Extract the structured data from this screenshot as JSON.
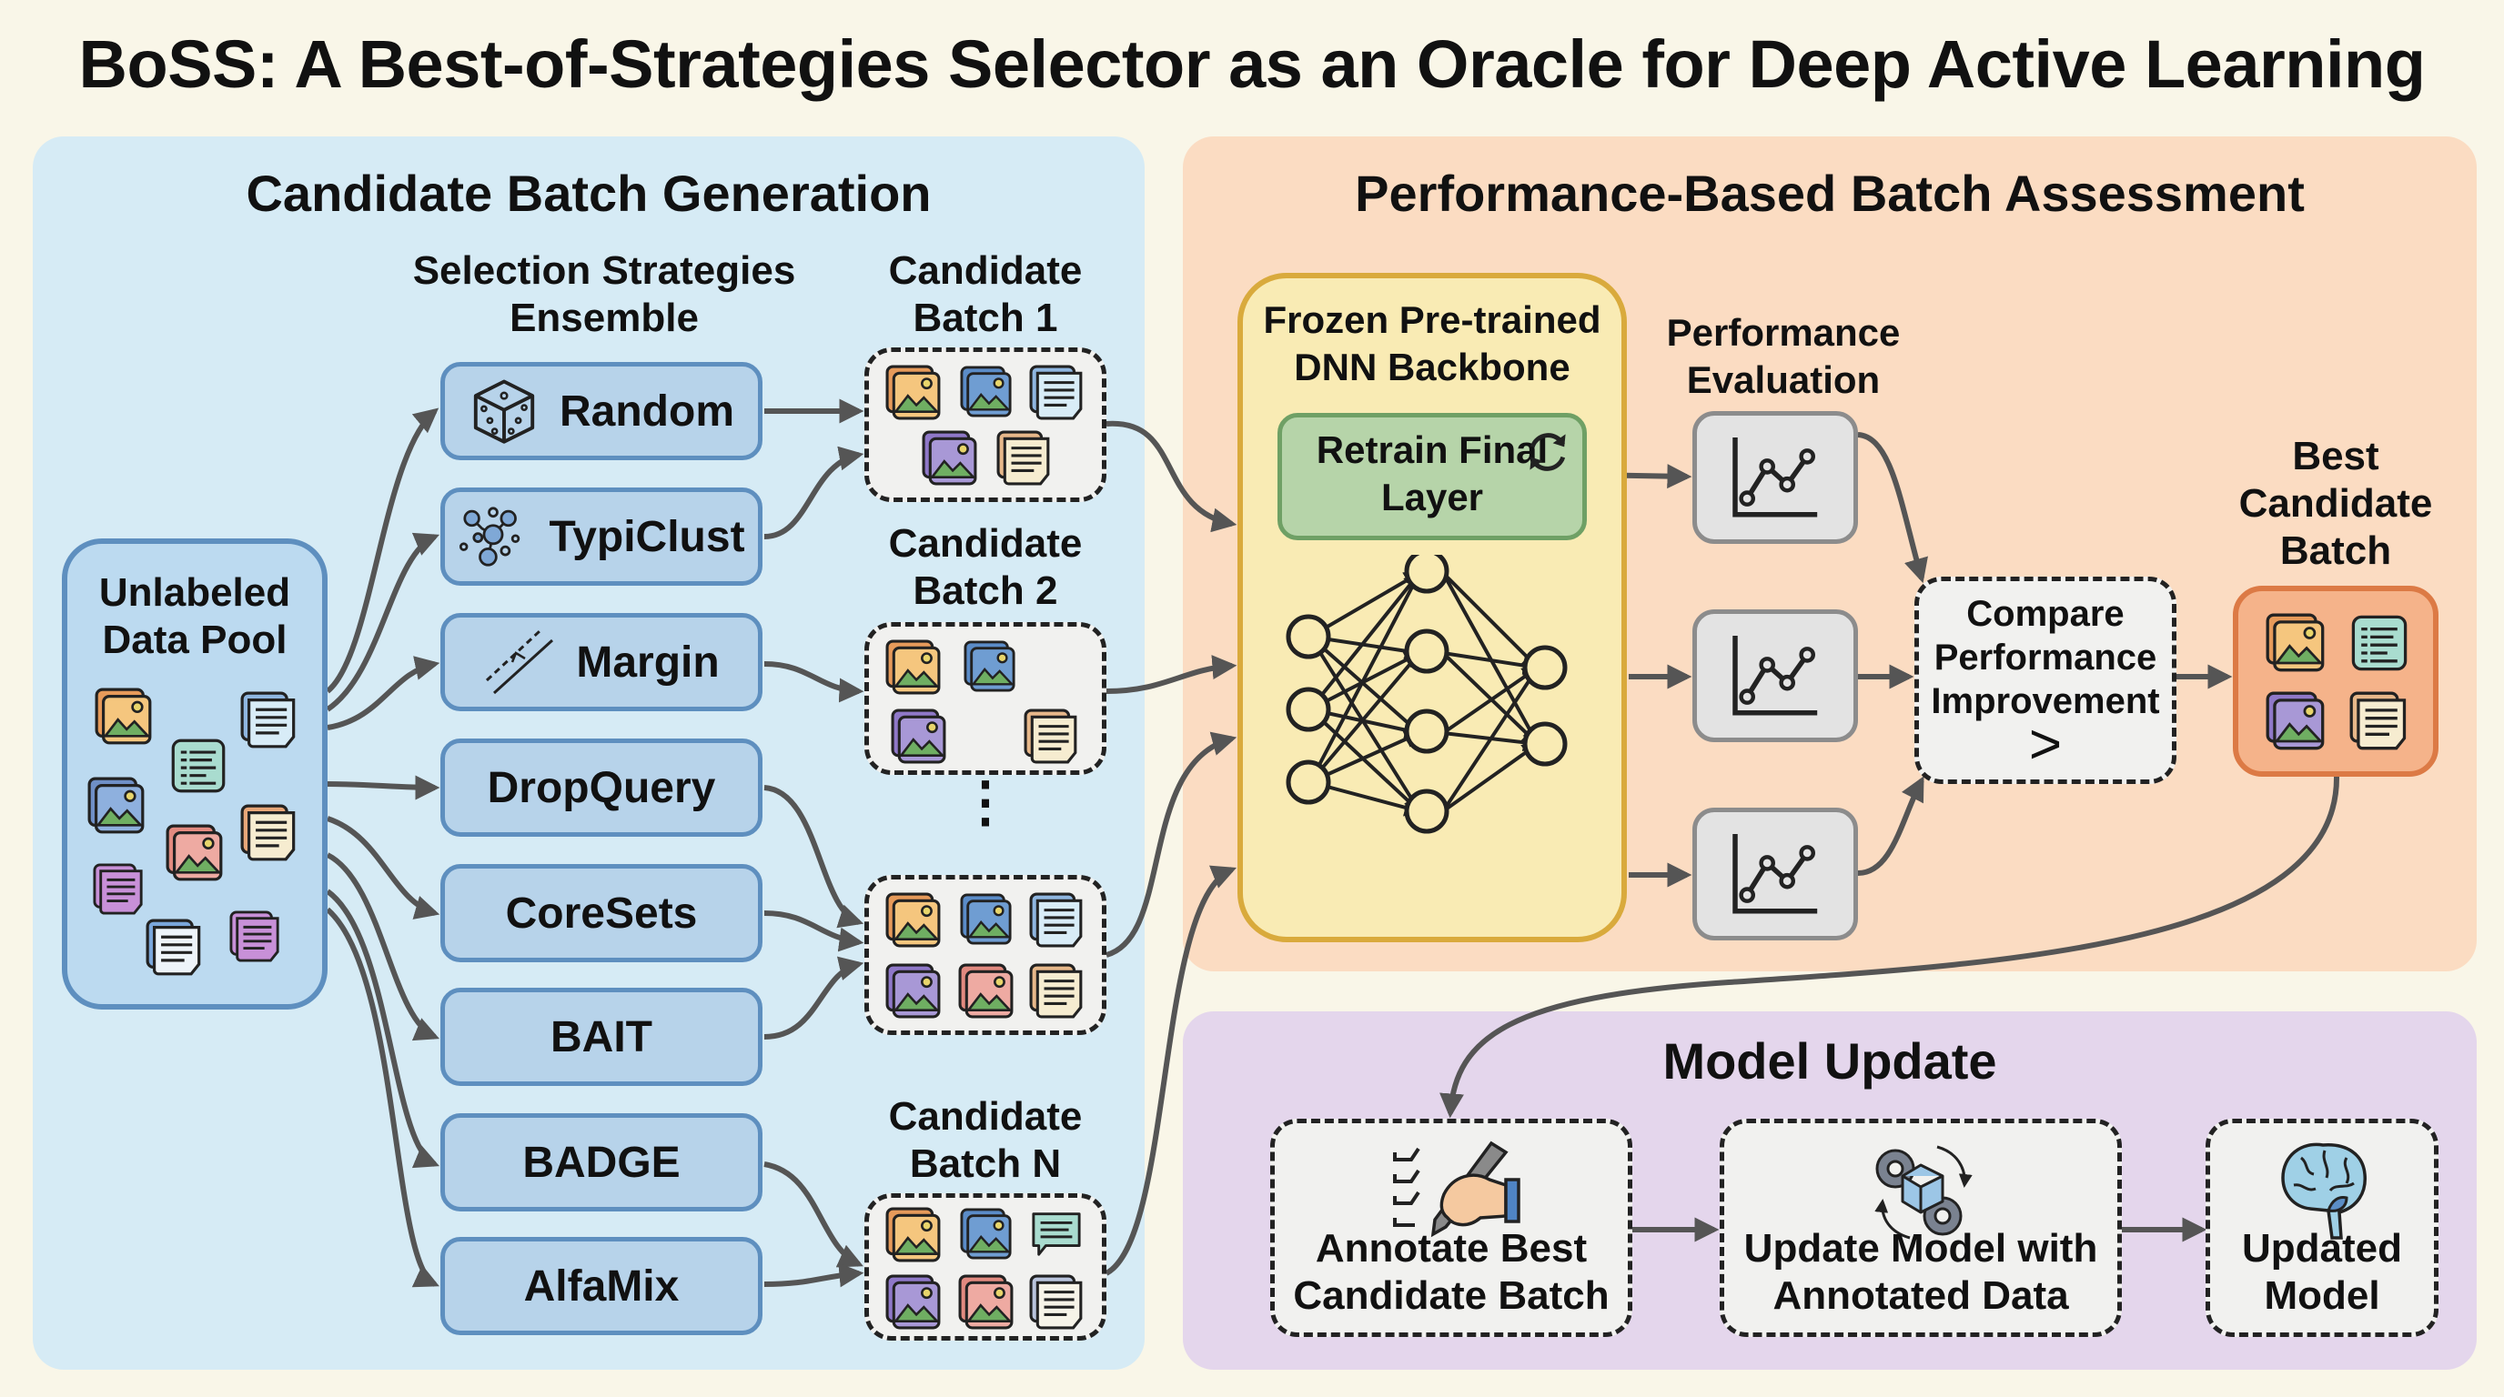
{
  "title": "BoSS: A Best-of-Strategies Selector as an Oracle for Deep Active Learning",
  "candidate_generation": {
    "title": "Candidate Batch Generation",
    "pool_label": "Unlabeled Data Pool",
    "strategies_title": "Selection Strategies Ensemble",
    "strategies": [
      {
        "label": "Random",
        "icon": "dice-icon"
      },
      {
        "label": "TypiClust",
        "icon": "cluster-icon"
      },
      {
        "label": "Margin",
        "icon": "margin-icon"
      },
      {
        "label": "DropQuery",
        "icon": ""
      },
      {
        "label": "CoreSets",
        "icon": ""
      },
      {
        "label": "BAIT",
        "icon": ""
      },
      {
        "label": "BADGE",
        "icon": ""
      },
      {
        "label": "AlfaMix",
        "icon": ""
      }
    ],
    "batches": [
      {
        "label": "Candidate Batch 1"
      },
      {
        "label": "Candidate Batch 2"
      },
      {
        "label": ""
      },
      {
        "label": "Candidate Batch N"
      }
    ],
    "ellipsis": "⋮"
  },
  "assessment": {
    "title": "Performance-Based Batch Assessment",
    "backbone_label": "Frozen Pre-trained DNN Backbone",
    "retrain_label": "Retrain Final Layer",
    "eval_label": "Performance Evaluation",
    "compare_label": "Compare Performance Improvement",
    "compare_symbol": ">",
    "best_label": "Best Candidate Batch"
  },
  "model_update": {
    "title": "Model Update",
    "steps": [
      {
        "label": "Annotate Best Candidate Batch",
        "icon": "annotate-hand-icon"
      },
      {
        "label": "Update Model with Annotated Data",
        "icon": "gears-cube-icon"
      },
      {
        "label": "Updated Model",
        "icon": "brain-icon"
      }
    ]
  },
  "colors": {
    "blue_panel": "#d6ebf5",
    "orange_panel": "#fbdcc2",
    "purple_panel": "#e4d6ec",
    "strategy_fill": "#b7d3ea",
    "backbone_fill": "#f9ebb4",
    "retrain_fill": "#b6d4a9",
    "best_fill": "#f5b38a",
    "arrow": "#555555"
  }
}
